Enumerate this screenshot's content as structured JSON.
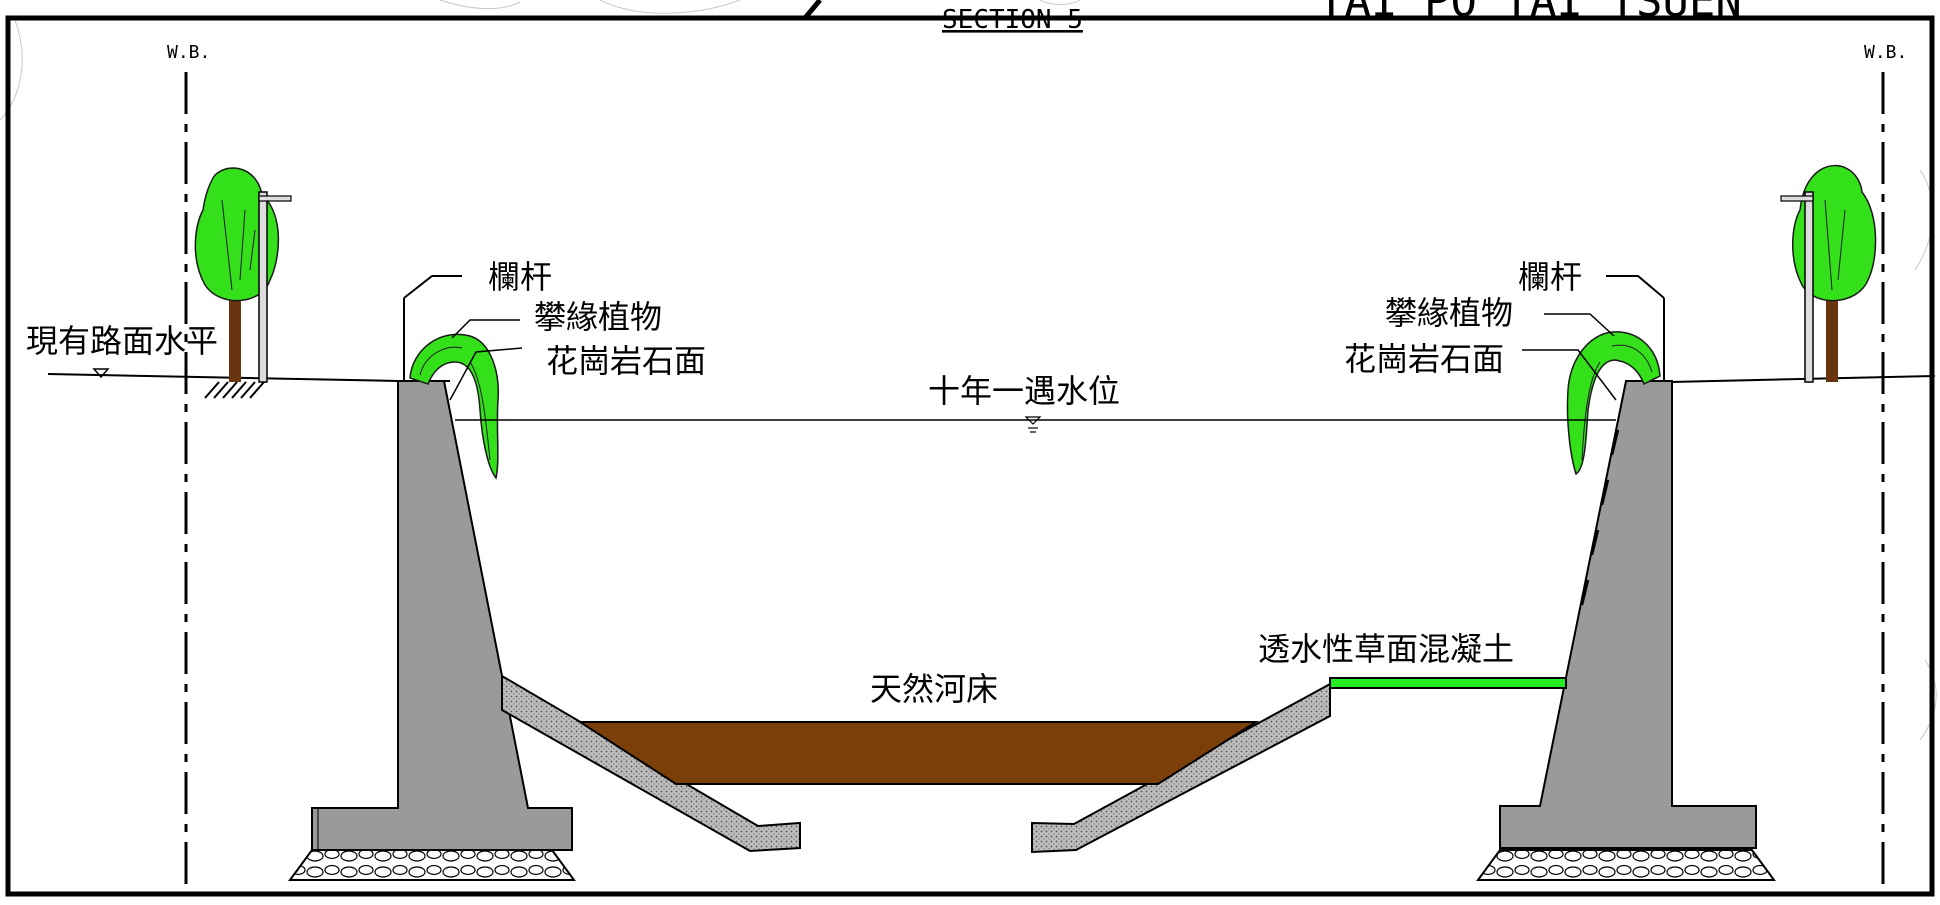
{
  "header": {
    "section_title": "SECTION 5",
    "place_name": "TAI PO TAI TSUEN"
  },
  "markers": {
    "left_wb": "W.B.",
    "right_wb": "W.B."
  },
  "labels": {
    "existing_road_level": "現有路面水平",
    "railing_left": "欄杆",
    "railing_right": "欄杆",
    "climbing_plants_left": "攀緣植物",
    "climbing_plants_right": "攀緣植物",
    "granite_facing_left": "花崗岩石面",
    "granite_facing_right": "花崗岩石面",
    "ten_year_flood_level": "十年一遇水位",
    "natural_river_bed": "天然河床",
    "permeable_grass_concrete": "透水性草面混凝土"
  },
  "colors": {
    "concrete": "#9a9a9a",
    "riverbed": "#7b3f0a",
    "vegetation": "#33e019",
    "grass_surface": "#22ee22",
    "trunk": "#6b3410",
    "ink": "#000000"
  },
  "icons": [
    "tree-icon",
    "lamp-post-icon",
    "water-level-symbol-icon",
    "ground-hatch-icon"
  ]
}
